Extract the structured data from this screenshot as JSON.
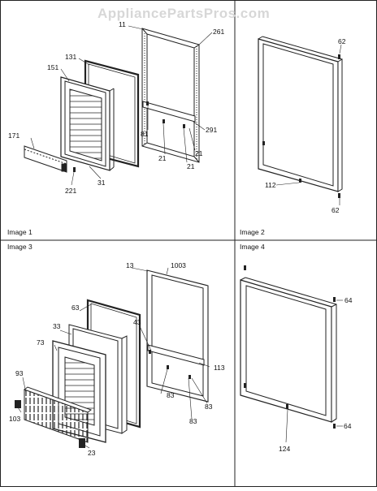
{
  "watermark": "AppliancePartsPros.com",
  "panels": [
    {
      "title": "Image 1",
      "labels": {
        "c11": "11",
        "c261": "261",
        "c131": "131",
        "c151": "151",
        "c171": "171",
        "c81": "81",
        "c291": "291",
        "c21a": "21",
        "c21b": "21",
        "c21c": "21",
        "c31": "31",
        "c221": "221"
      }
    },
    {
      "title": "Image 2",
      "labels": {
        "c62a": "62",
        "c112": "112",
        "c62b": "62"
      }
    },
    {
      "title": "Image 3",
      "labels": {
        "c13": "13",
        "c1003": "1003",
        "c63": "63",
        "c33": "33",
        "c73": "73",
        "c43": "43",
        "c93": "93",
        "c113": "113",
        "c83a": "83",
        "c83b": "83",
        "c83c": "83",
        "c103": "103",
        "c23": "23"
      }
    },
    {
      "title": "Image 4",
      "labels": {
        "c64a": "64",
        "c64b": "64",
        "c124": "124"
      }
    }
  ]
}
